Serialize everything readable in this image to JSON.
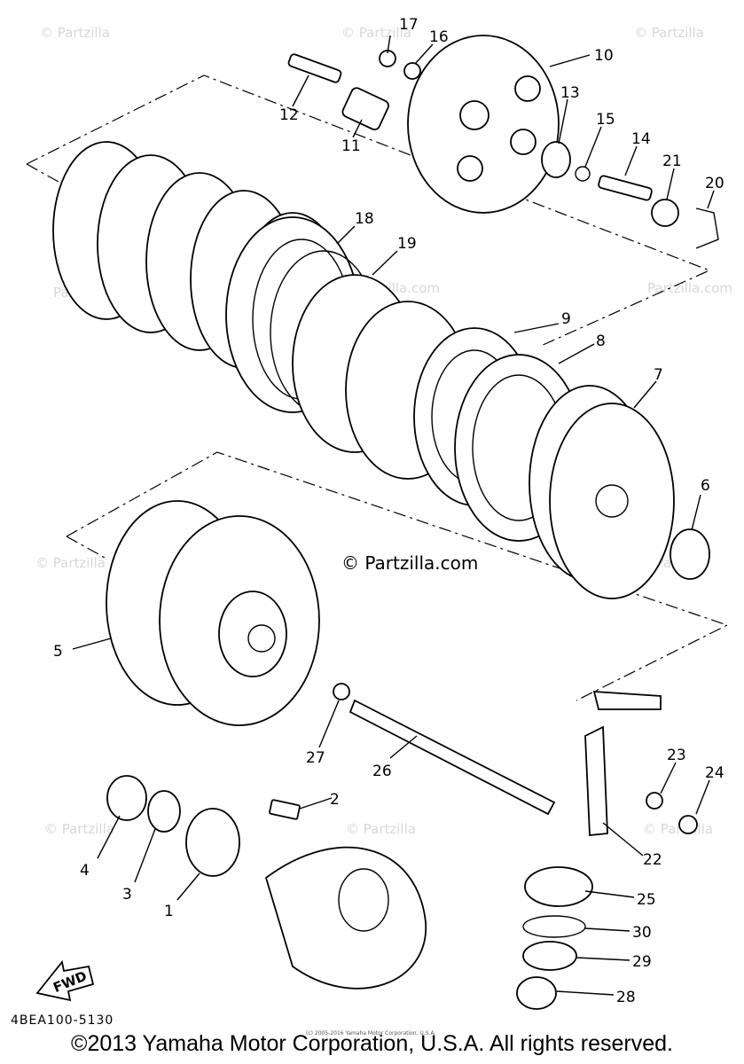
{
  "watermark": {
    "brand": "© Partzilla",
    "brand_url": "Partzilla.com",
    "center": "© Partzilla.com"
  },
  "diagram": {
    "code": "4BEA100-5130",
    "fwd_label": "FWD",
    "small_credit": "(c) 2005-2016 Yamaha Motor Corporation, U.S.A.",
    "callouts": [
      "1",
      "2",
      "3",
      "4",
      "5",
      "6",
      "7",
      "8",
      "9",
      "10",
      "11",
      "12",
      "13",
      "14",
      "15",
      "16",
      "17",
      "18",
      "19",
      "20",
      "21",
      "22",
      "23",
      "24",
      "25",
      "26",
      "27",
      "28",
      "29",
      "30"
    ]
  },
  "footer": {
    "copyright": "©2013 Yamaha Motor Corporation, U.S.A. All rights reserved."
  }
}
